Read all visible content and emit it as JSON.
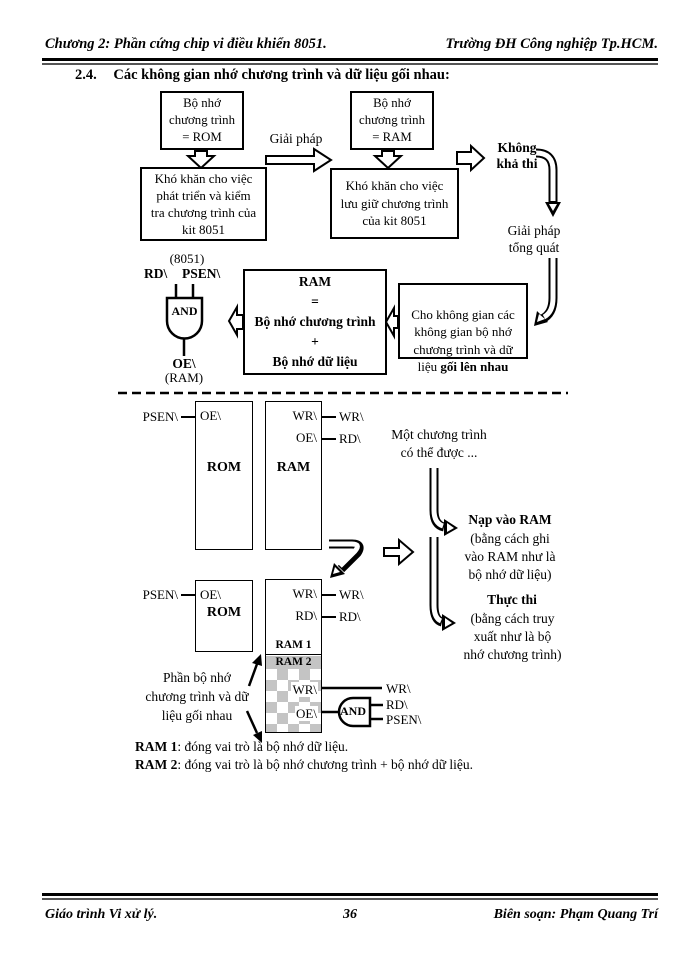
{
  "header": {
    "left": "Chương 2: Phần cứng chip vi điều khiển 8051.",
    "right": "Trường ĐH Công nghiệp Tp.HCM."
  },
  "section": {
    "number": "2.4.",
    "title": "Các không gian nhớ chương trình và dữ liệu gối nhau:"
  },
  "d1": {
    "box_prog_rom": "Bộ nhớ\nchương trình\n= ROM",
    "box_prog_ram": "Bộ nhớ\nchương trình\n= RAM",
    "giai_phap": "Giải pháp",
    "box_kho_rom": "Khó khăn cho việc\nphát triển và kiểm\ntra chương trình của\nkit 8051",
    "box_kho_ram": "Khó khăn cho việc\nlưu giữ chương trình\ncủa kit 8051",
    "khong_kha_thi": "Không\nkhả thi",
    "giai_phap_tong_quat": "Giải pháp\ntổng quát",
    "gate": {
      "chip": "(8051)",
      "in1": "RD\\",
      "in2": "PSEN\\",
      "name": "AND",
      "out": "OE\\",
      "out_chip": "(RAM)"
    },
    "box_ram_eq": "RAM\n=\nBộ nhớ chương trình\n+\nBộ nhớ dữ liệu",
    "box_cho_normal": "Cho không gian các\nkhông gian bộ nhớ\nchương trình và dữ\nliệu ",
    "box_cho_bold": "gối lên nhau"
  },
  "d2": {
    "rom": "ROM",
    "ram": "RAM",
    "pins": {
      "psen": "PSEN\\",
      "oe": "OE\\",
      "wr": "WR\\",
      "rd": "RD\\"
    },
    "mot": "Một chương trình\ncó thể được ...",
    "nap_title": "Nạp vào RAM",
    "nap_body": "(bằng cách ghi\nvào RAM như là\nbộ nhớ dữ liệu)",
    "thuc_title": "Thực thi",
    "thuc_body": "(bằng cách truy\nxuất như là bộ\nnhớ chương trình)",
    "ram1_label": "RAM 1",
    "ram2_label": "RAM 2",
    "phan": "Phần bộ nhớ\nchương trình và dữ\nliệu gối nhau",
    "gate_name": "AND"
  },
  "notes": {
    "ram1_b": "RAM 1",
    "ram1_t": ": đóng vai trò là bộ nhớ dữ liệu.",
    "ram2_b": "RAM 2",
    "ram2_t": ": đóng vai trò là bộ nhớ chương trình + bộ nhớ dữ liệu."
  },
  "footer": {
    "left": "Giáo trình Vi xử lý.",
    "page": "36",
    "right": "Biên soạn: Phạm Quang Trí"
  },
  "colors": {
    "ink": "#000000",
    "checker_gray": "#c4c4c4"
  }
}
